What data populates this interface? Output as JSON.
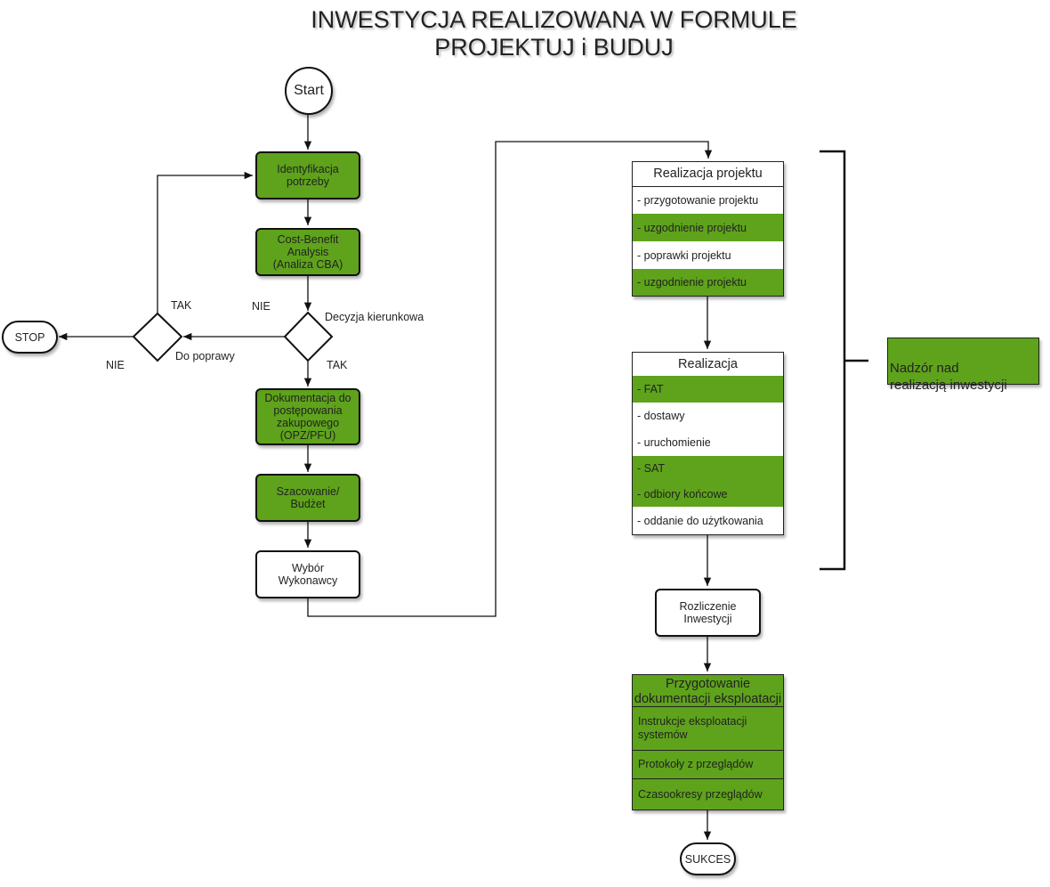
{
  "title": {
    "line1": "INWESTYCJA REALIZOWANA W FORMULE",
    "line2": "PROJEKTUJ i BUDUJ"
  },
  "colors": {
    "green": "#5ea31b",
    "stroke": "#111111",
    "background": "#ffffff"
  },
  "nodes": {
    "start": "Start",
    "stop": "STOP",
    "identification": "Identyfikacja\npotrzeby",
    "cba": "Cost-Benefit\nAnalysis\n(Analiza CBA)",
    "documentation": "Dokumentacja do\npostępowania\nzakupowego\n(OPZ/PFU)",
    "budget": "Szacowanie/\nBudżet",
    "contractor": "Wybór Wykonawcy",
    "settlement": "Rozliczenie\nInwestycji",
    "success": "SUKCES"
  },
  "decisions": {
    "direction_label": "Decyzja kierunkowa",
    "direction_no": "NIE",
    "direction_yes": "TAK",
    "fix_yes": "TAK",
    "fix_label": "Do poprawy",
    "fix_no": "NIE"
  },
  "project_panel": {
    "title": "Realizacja projektu",
    "rows": [
      {
        "text": "- przygotowanie projektu",
        "highlight": false
      },
      {
        "text": "- uzgodnienie projektu",
        "highlight": true
      },
      {
        "text": "- poprawki projektu",
        "highlight": false
      },
      {
        "text": "- uzgodnienie projektu",
        "highlight": true
      }
    ]
  },
  "realization_panel": {
    "title": "Realizacja",
    "rows": [
      {
        "text": "- FAT",
        "highlight": true
      },
      {
        "text": "- dostawy",
        "highlight": false
      },
      {
        "text": "- uruchomienie",
        "highlight": false
      },
      {
        "text": "- SAT",
        "highlight": true
      },
      {
        "text": "- odbiory końcowe",
        "highlight": true
      },
      {
        "text": "- oddanie do użytkowania",
        "highlight": false
      }
    ]
  },
  "operation_docs": {
    "title": "Przygotowanie\ndokumentacji eksploatacji",
    "rows": [
      "Instrukcje eksploatacji\nsystemów",
      "Protokoły z przeglądów",
      "Czasookresy przeglądów"
    ]
  },
  "supervision": "Nadzór nad\nrealizacją inwestycji"
}
